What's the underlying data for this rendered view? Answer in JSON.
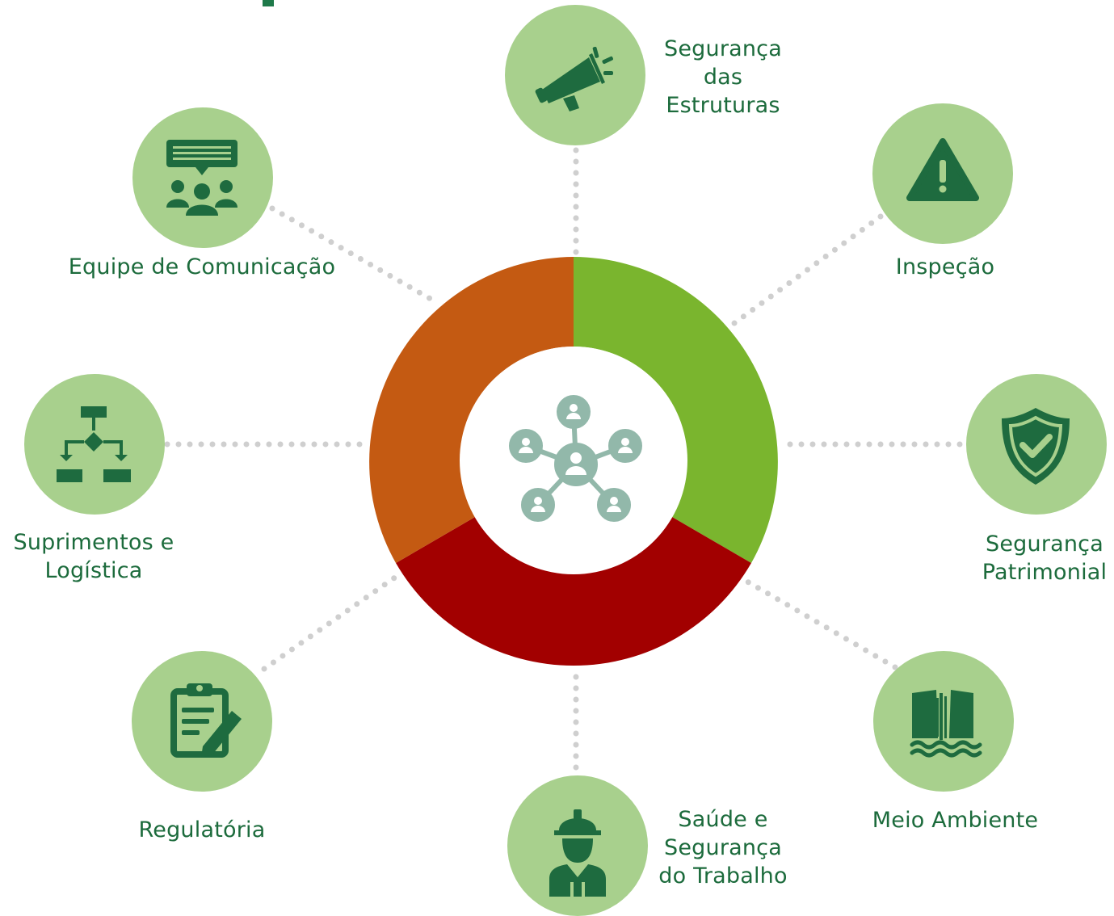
{
  "diagram": {
    "center": {
      "icon": "network-people-icon"
    },
    "ring_colors": {
      "green": "#7ab52e",
      "red": "#a20000",
      "orange": "#c45a12"
    },
    "nodes": [
      {
        "id": "seguranca-estruturas",
        "label": "Segurança\ndas\nEstruturas",
        "icon": "megaphone-icon"
      },
      {
        "id": "inspecao",
        "label": "Inspeção",
        "icon": "warning-icon"
      },
      {
        "id": "seguranca-patrimonial",
        "label": "Segurança\nPatrimonial",
        "icon": "shield-check-icon"
      },
      {
        "id": "meio-ambiente",
        "label": "Meio Ambiente",
        "icon": "waterfall-icon"
      },
      {
        "id": "saude-seguranca-trabalho",
        "label": "Saúde e\nSegurança\ndo Trabalho",
        "icon": "worker-helmet-icon"
      },
      {
        "id": "regulatoria",
        "label": "Regulatória",
        "icon": "clipboard-pen-icon"
      },
      {
        "id": "suprimentos-logistica",
        "label": "Suprimentos e\nLogística",
        "icon": "flowchart-icon"
      },
      {
        "id": "equipe-comunicacao",
        "label": "Equipe de Comunicação",
        "icon": "meeting-presentation-icon"
      }
    ]
  },
  "colors": {
    "node_fill": "#a8d08d",
    "icon_dark": "#1e6b3f",
    "label_text": "#1c6b3c",
    "connector_dots": "#cfcfcf",
    "center_icon": "#92b8aa"
  }
}
